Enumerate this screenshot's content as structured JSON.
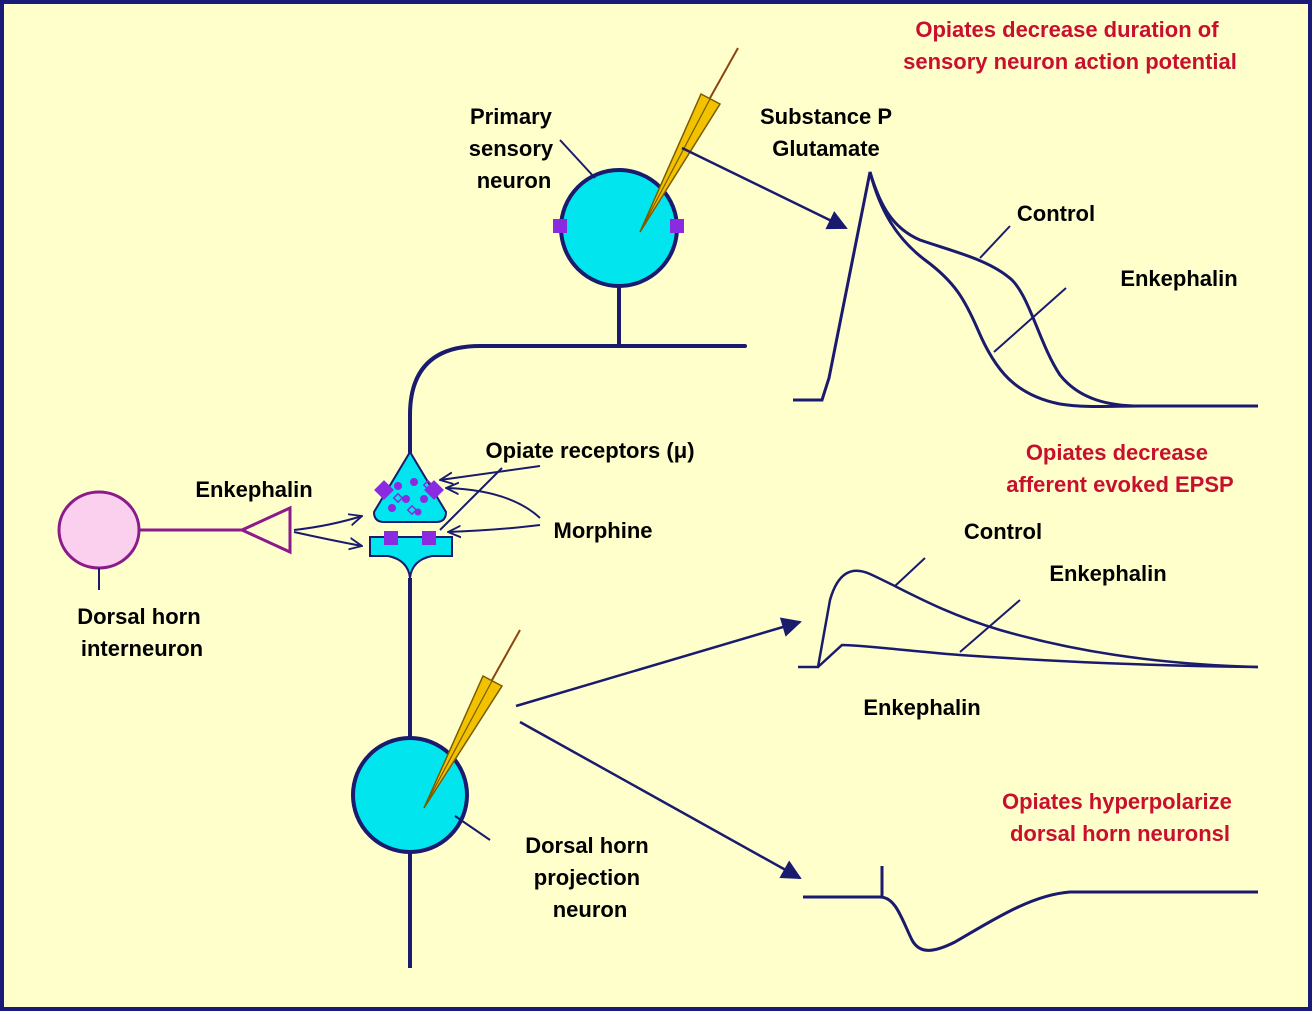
{
  "colors": {
    "background": "#ffffcc",
    "border": "#1a1a7a",
    "line": "#1a1a6e",
    "neuron_fill": "#00e5ee",
    "receptor": "#8a2be2",
    "interneuron_fill": "#fad0ee",
    "interneuron_stroke": "#8b1a8b",
    "electrode": "#f2c200",
    "annotation": "#c8102e"
  },
  "labels": {
    "primary_sensory_neuron": [
      "Primary",
      "sensory",
      "neuron"
    ],
    "substance_p": "Substance P",
    "glutamate": "Glutamate",
    "opiate_receptors": "Opiate receptors (μ)",
    "enkephalin_interneuron": "Enkephalin",
    "morphine": "Morphine",
    "dorsal_horn_interneuron": [
      "Dorsal horn",
      "interneuron"
    ],
    "dorsal_horn_projection_neuron": [
      "Dorsal horn",
      "projection",
      "neuron"
    ]
  },
  "panels": {
    "action_potential": {
      "title": [
        "Opiates decrease duration of",
        "sensory neuron action potential"
      ],
      "control_label": "Control",
      "enkephalin_label": "Enkephalin"
    },
    "epsp": {
      "title": [
        "Opiates decrease",
        "afferent evoked EPSP"
      ],
      "control_label": "Control",
      "enkephalin_label_upper": "Enkephalin",
      "enkephalin_label_lower": "Enkephalin"
    },
    "hyperpolarize": {
      "title": [
        "Opiates hyperpolarize",
        "dorsal horn neuronsl"
      ]
    }
  }
}
